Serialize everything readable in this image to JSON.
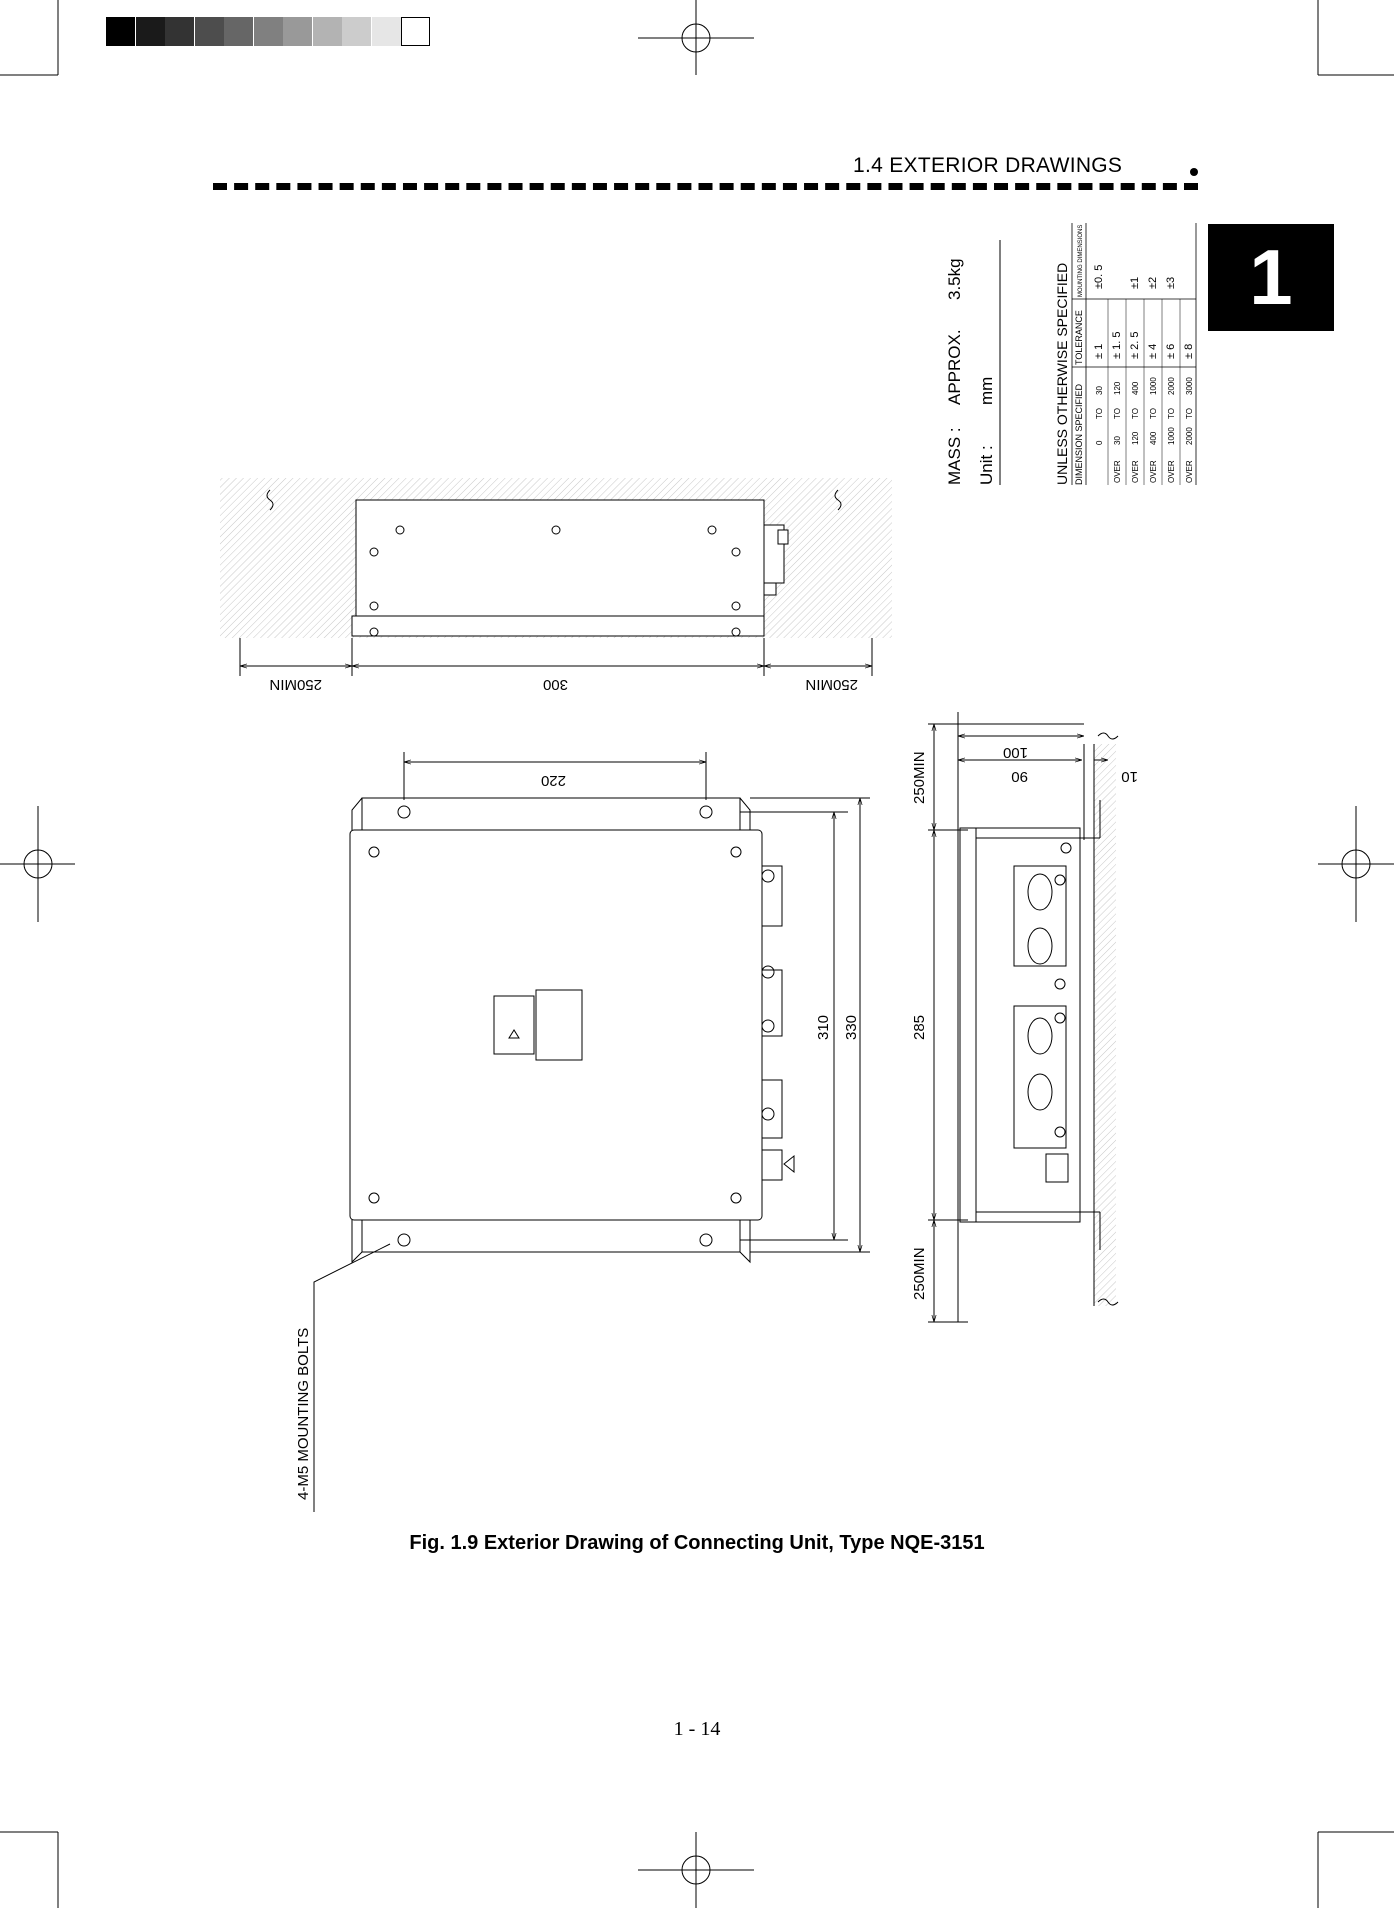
{
  "header": {
    "section_title": "1.4    EXTERIOR DRAWINGS"
  },
  "chapter_tab": {
    "label": "1"
  },
  "spec_block": {
    "mass_label": "MASS :",
    "mass_value": "APPROX.",
    "mass_amount": "3.5kg",
    "unit_label": "Unit :",
    "unit_value": "mm"
  },
  "tolerance_table": {
    "title": "UNLESS OTHERWISE SPECIFIED",
    "col_dimension": "DIMENSION SPECIFIED",
    "col_tolerance": "TOLERANCE",
    "col_mounting": "MOUNTING DIMENSIONS",
    "rows": [
      {
        "prefix": "",
        "from": "0",
        "to_label": "TO",
        "to": "30",
        "tol": "± 1",
        "mount": "±0. 5"
      },
      {
        "prefix": "OVER",
        "from": "30",
        "to_label": "TO",
        "to": "120",
        "tol": "± 1. 5",
        "mount": ""
      },
      {
        "prefix": "OVER",
        "from": "120",
        "to_label": "TO",
        "to": "400",
        "tol": "± 2. 5",
        "mount": "±1"
      },
      {
        "prefix": "OVER",
        "from": "400",
        "to_label": "TO",
        "to": "1000",
        "tol": "± 4",
        "mount": "±2"
      },
      {
        "prefix": "OVER",
        "from": "1000",
        "to_label": "TO",
        "to": "2000",
        "tol": "± 6",
        "mount": "±3"
      },
      {
        "prefix": "OVER",
        "from": "2000",
        "to_label": "TO",
        "to": "3000",
        "tol": "± 8",
        "mount": ""
      }
    ]
  },
  "drawing": {
    "top_view": {
      "dim_left": "250MIN",
      "dim_center": "300",
      "dim_right": "250MIN"
    },
    "front_view": {
      "dim_width": "220",
      "dim_310": "310",
      "dim_330": "330",
      "mounting_note": "4-M5 MOUNTING BOLTS"
    },
    "side_view": {
      "dim_100": "100",
      "dim_90": "90",
      "dim_10": "10",
      "dim_top": "250MIN",
      "dim_285": "285",
      "dim_bottom": "250MIN"
    }
  },
  "caption": "Fig. 1.9    Exterior Drawing of Connecting Unit, Type NQE-3151",
  "page_number": "1 - 14",
  "colors": {
    "ink": "#000000",
    "paper": "#ffffff",
    "grayscale_bar": [
      "#000000",
      "#1a1a1a",
      "#333333",
      "#4d4d4d",
      "#666666",
      "#808080",
      "#999999",
      "#b3b3b3",
      "#cccccc",
      "#e6e6e6",
      "#ffffff"
    ]
  }
}
